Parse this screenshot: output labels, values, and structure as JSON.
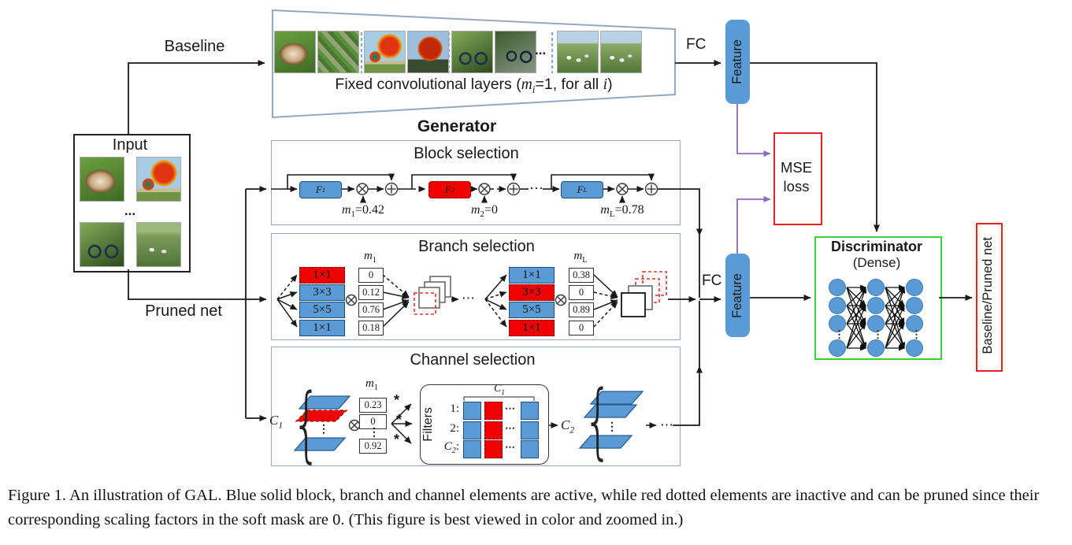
{
  "colors": {
    "blue": "#5b9bd5",
    "red": "#f00000",
    "green": "#3ad23a",
    "purple": "#8f6bbf",
    "frame": "#93a9bf",
    "alert": "#e82222"
  },
  "symbols": {
    "hdots": "...",
    "cdots": "⋯",
    "vdots": "⋮",
    "star": "*",
    "brace": "{"
  },
  "io": {
    "baseline": "Baseline",
    "pruned": "Pruned net",
    "input_title": "Input",
    "input_images": [
      "dogs",
      "hot air balloon",
      "bicycle",
      "zebras"
    ],
    "output": "Baseline/Pruned net"
  },
  "fixed": {
    "pre": "Fixed convolutional layers (",
    "m": "m",
    "m_sub": "i",
    "mid": "=1, for all ",
    "i": "i",
    "post": ")",
    "images": [
      "dog A",
      "dog B",
      "balloon A",
      "balloon B",
      "bicycle A",
      "bicycle B",
      "cows A",
      "cows B"
    ]
  },
  "fc1": "FC",
  "fc2": "FC",
  "feature1": "Feature",
  "feature2": "Feature",
  "mse": "MSE loss",
  "generator": {
    "title": "Generator",
    "block": {
      "title": "Block selection",
      "units": [
        {
          "f": "F",
          "fsub": "1",
          "m": "m",
          "msub": "1",
          "eq": "=0.42"
        },
        {
          "f": "F",
          "fsub": "2",
          "m": "m",
          "msub": "2",
          "eq": "=0"
        },
        {
          "f": "F",
          "fsub": "L",
          "m": "m",
          "msub": "L",
          "eq": "=0.78"
        }
      ]
    },
    "branch": {
      "title": "Branch selection",
      "left": {
        "hm": "m",
        "hsub": "1",
        "kernels": [
          "1×1",
          "3×3",
          "5×5",
          "1×1"
        ],
        "masks": [
          "0",
          "0.12",
          "0.76",
          "0.18"
        ]
      },
      "right": {
        "hm": "m",
        "hsub": "L",
        "kernels": [
          "1×1",
          "3×3",
          "5×5",
          "1×1"
        ],
        "masks": [
          "0.38",
          "0",
          "0.89",
          "0"
        ]
      }
    },
    "channel": {
      "title": "Channel selection",
      "c1": {
        "v": "C",
        "s": "1"
      },
      "c2": {
        "v": "C",
        "s": "2"
      },
      "hm": "m",
      "hsub": "1",
      "masks": [
        "0.23",
        "0",
        "0.92"
      ],
      "filters": "Filters",
      "rows": [
        "1:",
        "2:"
      ],
      "row3": {
        "v": "C",
        "s": "2",
        "colon": ":"
      },
      "bracket": {
        "v": "C",
        "s": "1"
      }
    }
  },
  "discriminator": {
    "title": "Discriminator",
    "subtitle": "(Dense)"
  },
  "caption": "Figure 1. An illustration of GAL. Blue solid block, branch and channel elements are active, while red dotted elements are inactive and can be pruned since their corresponding scaling factors in the soft mask are 0. (This figure is best viewed in color and zoomed in.)"
}
